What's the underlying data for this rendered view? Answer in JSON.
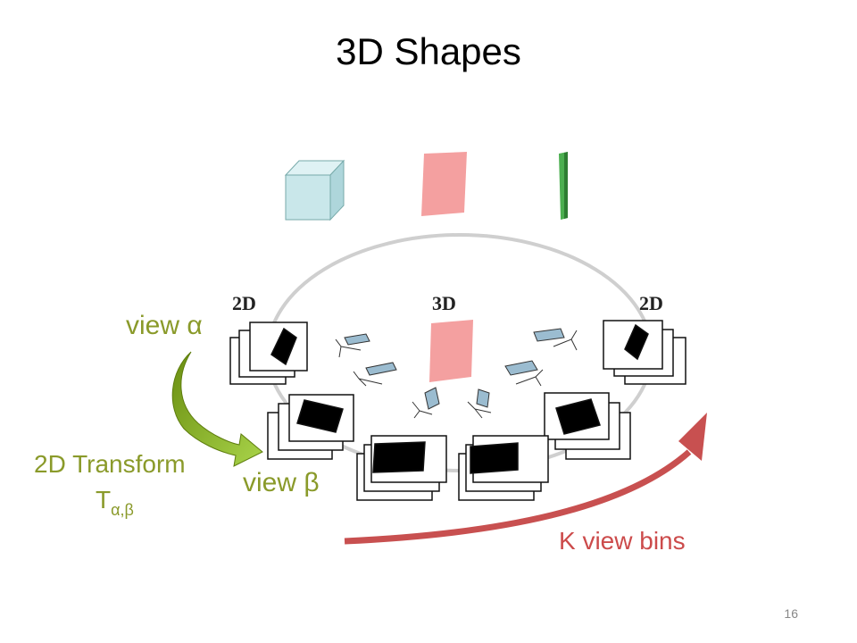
{
  "slide": {
    "title": "3D Shapes",
    "page_number": "16"
  },
  "diagram": {
    "label_2d_left": "2D",
    "label_3d": "3D",
    "label_2d_right": "2D"
  },
  "annotations": {
    "view_alpha": "view α",
    "view_beta": "view β",
    "transform_line1": "2D Transform",
    "transform_T": "T",
    "transform_sub": "α,β",
    "k_view_bins": "K view bins"
  },
  "colors": {
    "cube": "#c9e7ea",
    "plane_red": "#f4a0a0",
    "plane_green": "#4caf50",
    "olive_text": "#8a9a2a",
    "arrow_red": "#c85050",
    "arrow_green": "#7a9e1a"
  }
}
